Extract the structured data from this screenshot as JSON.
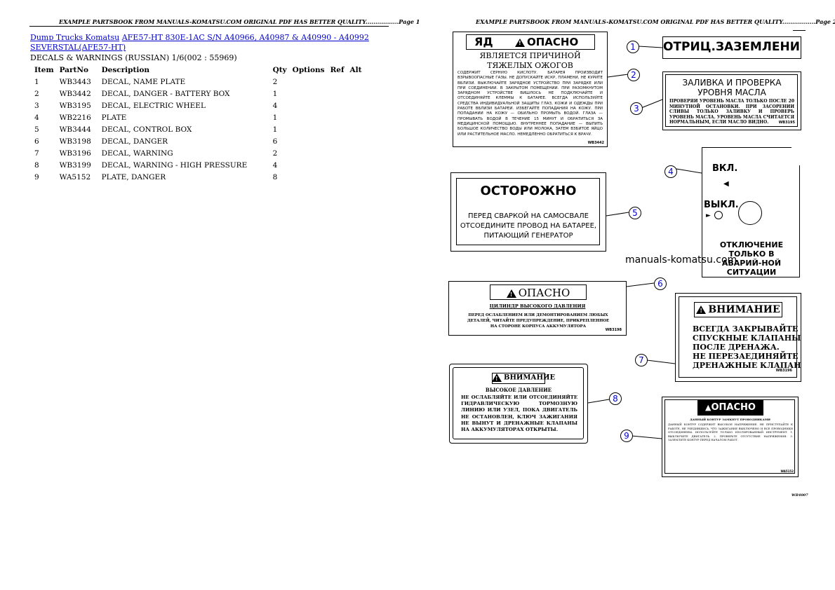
{
  "header": {
    "page1": "EXAMPLE PARTSBOOK FROM MANUALS-KOMATSU.COM ORIGINAL PDF HAS BETTER QUALITY.................Page 1",
    "page2": "EXAMPLE PARTSBOOK FROM MANUALS-KOMATSU.COM ORIGINAL PDF HAS BETTER QUALITY.................Page 2"
  },
  "breadcrumb": {
    "link1": "Dump Trucks Komatsu",
    "link2": "AFE57-HT 830E-1AC S/N A40966, A40987 & A40990 - A40992",
    "link3": "SEVERSTAL(AFE57-HT)"
  },
  "subtitle": "DECALS & WARNINGS (RUSSIAN) 1/6(002 : 55969)",
  "table": {
    "headers": {
      "item": "Item",
      "part": "PartNo",
      "desc": "Description",
      "qty": "Qty",
      "options": "Options",
      "ref": "Ref",
      "alt": "Alt"
    },
    "rows": [
      {
        "item": "1",
        "part": "WB3443",
        "desc": "DECAL, NAME PLATE",
        "qty": "2"
      },
      {
        "item": "2",
        "part": "WB3442",
        "desc": "DECAL, DANGER - BATTERY BOX",
        "qty": "1"
      },
      {
        "item": "3",
        "part": "WB3195",
        "desc": "DECAL, ELECTRIC WHEEL",
        "qty": "4"
      },
      {
        "item": "4",
        "part": "WB2216",
        "desc": "PLATE",
        "qty": "1"
      },
      {
        "item": "5",
        "part": "WB3444",
        "desc": "DECAL, CONTROL BOX",
        "qty": "1"
      },
      {
        "item": "6",
        "part": "WB3198",
        "desc": "DECAL, DANGER",
        "qty": "6"
      },
      {
        "item": "7",
        "part": "WB3196",
        "desc": "DECAL, WARNING",
        "qty": "2"
      },
      {
        "item": "8",
        "part": "WB3199",
        "desc": "DECAL, WARNING - HIGH PRESSURE",
        "qty": "4"
      },
      {
        "item": "9",
        "part": "WA5152",
        "desc": "PLATE, DANGER",
        "qty": "8"
      }
    ]
  },
  "figure": {
    "callouts": [
      "1",
      "2",
      "3",
      "4",
      "5",
      "6",
      "7",
      "8",
      "9"
    ],
    "d1": {
      "title": "ОТРИЦ.ЗАЗЕМЛЕНИЕ"
    },
    "d2": {
      "title_a": "ЯД",
      "title_b": "ОПАСНО",
      "line1": "ЯВЛЯЕТСЯ ПРИЧИНОЙ",
      "line2": "ТЯЖЕЛЫХ ОЖОГОВ",
      "body": "СОДЕРЖИТ СЕРНУЮ КИСЛОТУ. БАТАРЕЯ ПРОИЗВОДИТ ВЗРЫВООПАСНЫЕ ГАЗЫ. НЕ ДОПУСКАЙТЕ ИСКР, ПЛАМЕНИ, НЕ КУРИТЕ ВБЛИЗИ. ВЫКЛЮЧАЙТЕ ЗАРЯДНОЕ УСТРОЙСТВО ПРИ ЗАРЯДКЕ ИЛИ ПРИ СОЕДИНЕНИИ. В ЗАКРЫТОМ ПОМЕЩЕНИИ. ПРИ РАЗОМКНУТОМ ЗАРЯДНОМ УСТРОЙСТВЕ ВИШЛОСЬ НЕ ПОДКЛЮЧАЙТЕ И ОТСОЕДИНЯЙТЕ КЛЕММЫ К БАТАРЕЕ. ВСЕГДА ИСПОЛЬЗУЙТЕ СРЕДСТВА ИНДИВИДУАЛЬНОЙ ЗАЩИТЫ ГЛАЗ, КОЖИ И ОДЕЖДЫ ПРИ РАБОТЕ ВБЛИЗИ БАТАРЕИ. ИЗБЕГАЙТЕ ПОПАДАНИЯ НА КОЖУ. ПРИ ПОПАДАНИИ НА КОЖУ — ОБИЛЬНО ПРОМЫТЬ ВОДОЙ. ГЛАЗА — ПРОМЫВАТЬ ВОДОЙ В ТЕЧЕНИЕ 15 МИНУТ И ОБРАТИТЬСЯ ЗА МЕДИЦИНСКОЙ ПОМОЩЬЮ. ВНУТРЕННЕЕ ПОПАДАНИЕ — ВЫПИТЬ БОЛЬШОЕ КОЛИЧЕСТВО ВОДЫ ИЛИ МОЛОКА, ЗАТЕМ ВЗБИТОЕ ЯЙЦО ИЛИ РАСТИТЕЛЬНОЕ МАСЛО. НЕМЕДЛЕННО ОБРАТИТЬСЯ К ВРАЧУ.",
      "code": "WB3442"
    },
    "d3": {
      "title1": "ЗАЛИВКА И ПРОВЕРКА",
      "title2": "УРОВНЯ МАСЛА",
      "body": "ПРОВЕРЯЙ УРОВЕНЬ МАСЛА ТОЛЬКО ПОСЛЕ 20 МИНУТНОЙ ОСТАНОВКИ. ПРИ ЗАСОРЕНИИ СЛИВЫ ТОЛЬКО ЗАЛИВКУ И ПРОВЕРЬ УРОВЕНЬ МАСЛА. УРОВЕНЬ МАСЛА СЧИТАЕТСЯ НОРМАЛЬНЫМ, ЕСЛИ МАСЛО ВИДНО.",
      "code": "WB3195"
    },
    "d4": {
      "on": "ВКЛ.",
      "off": "ВЫКЛ.",
      "bottom": "ОТКЛЮЧЕНИЕ ТОЛЬКО В АВАРИЙ-НОЙ СИТУАЦИИ"
    },
    "d5": {
      "title": "ОСТОРОЖНО",
      "line1": "ПЕРЕД СВАРКОЙ НА САМОСВАЛЕ",
      "line2": "ОТСОЕДИНИТЕ ПРОВОД НА БАТАРЕЕ,",
      "line3": "ПИТАЮЩИЙ ГЕНЕРАТОР"
    },
    "d6": {
      "title": "ОПАСНО",
      "sub": "ЦИЛИНДР ВЫСОКОГО ДАВЛЕНИЯ",
      "body": "ПЕРЕД ОСЛАБЛЕНИЕМ ИЛИ ДЕМОНТИРОВАНИЕМ ЛЮБЫХ ДЕТАЛЕЙ, ЧИТАЙТЕ ПРЕДУПРЕЖДЕНИЕ, ПРИКРЕПЛЕННОЕ НА СТОРОНЕ КОРПУСА АККУМУЛЯТОРА",
      "code": "WB3198"
    },
    "d7": {
      "title": "ВНИМАНИЕ",
      "line1": "ВСЕГДА ЗАКРЫВАЙТЕ",
      "line2": "СПУСКНЫЕ КЛАПАНЫ",
      "line3": "ПОСЛЕ ДРЕНАЖА.",
      "line4": "НЕ ПЕРЕЗАЕДИНЯЙТЕ",
      "line5": "ДРЕНАЖНЫЕ КЛАПАНЫ.",
      "code": "WB3196"
    },
    "d8": {
      "title": "ВНИМАНИЕ",
      "sub": "ВЫСОКОЕ ДАВЛЕНИЕ",
      "body": "НЕ ОСЛАБЛЯЙТЕ ИЛИ ОТСОЕДИНЯЙТЕ ГИДРАВЛИЧЕСКУЮ ТОРМОЗНУЮ ЛИНИЮ ИЛИ УЗЕЛ, ПОКА ДВИГАТЕЛЬ НЕ ОСТАНОВЛЕН, КЛЮЧ ЗАЖИГАНИЯ НЕ ВЫНУТ И ДРЕНАЖНЫЕ КЛАПАНЫ НА АККУМУЛЯТОРАХ ОТКРЫТЫ."
    },
    "d9": {
      "title": "ОПАСНО",
      "sub": "ДАННЫЙ КОНТУР ЗАМКНУТ ПРОВОДНИКАМИ",
      "body": "ДАННЫЙ КОНТУР СОДЕРЖИТ ВЫСОКОЕ НАПРЯЖЕНИЕ. НЕ ПРИСТУПАЙТЕ К РАБОТЕ, НЕ УБЕДИВШИСЬ, ЧТО ЗАЖИГАНИЕ ВЫКЛЮЧЕНО И ВСЕ ПРОВОДНИКИ ОТСОЕДИНЕНЫ. ИСПОЛЬЗУЙТЕ ТОЛЬКО ИЗОЛИРОВАННЫЙ ИНСТРУМЕНТ. 1. ВЫКЛЮЧИТЕ ДВИГАТЕЛЬ. 2. ПРОВЕРЬТЕ ОТСУТСТВИЕ НАПРЯЖЕНИЯ. 3. ЗАЗЕМЛИТЕ КОНТУР ПЕРЕД НАЧАЛОМ РАБОТ.",
      "code": "WA5152"
    },
    "watermark": "manuals-komatsu.com",
    "fig_code": "WB4007"
  }
}
